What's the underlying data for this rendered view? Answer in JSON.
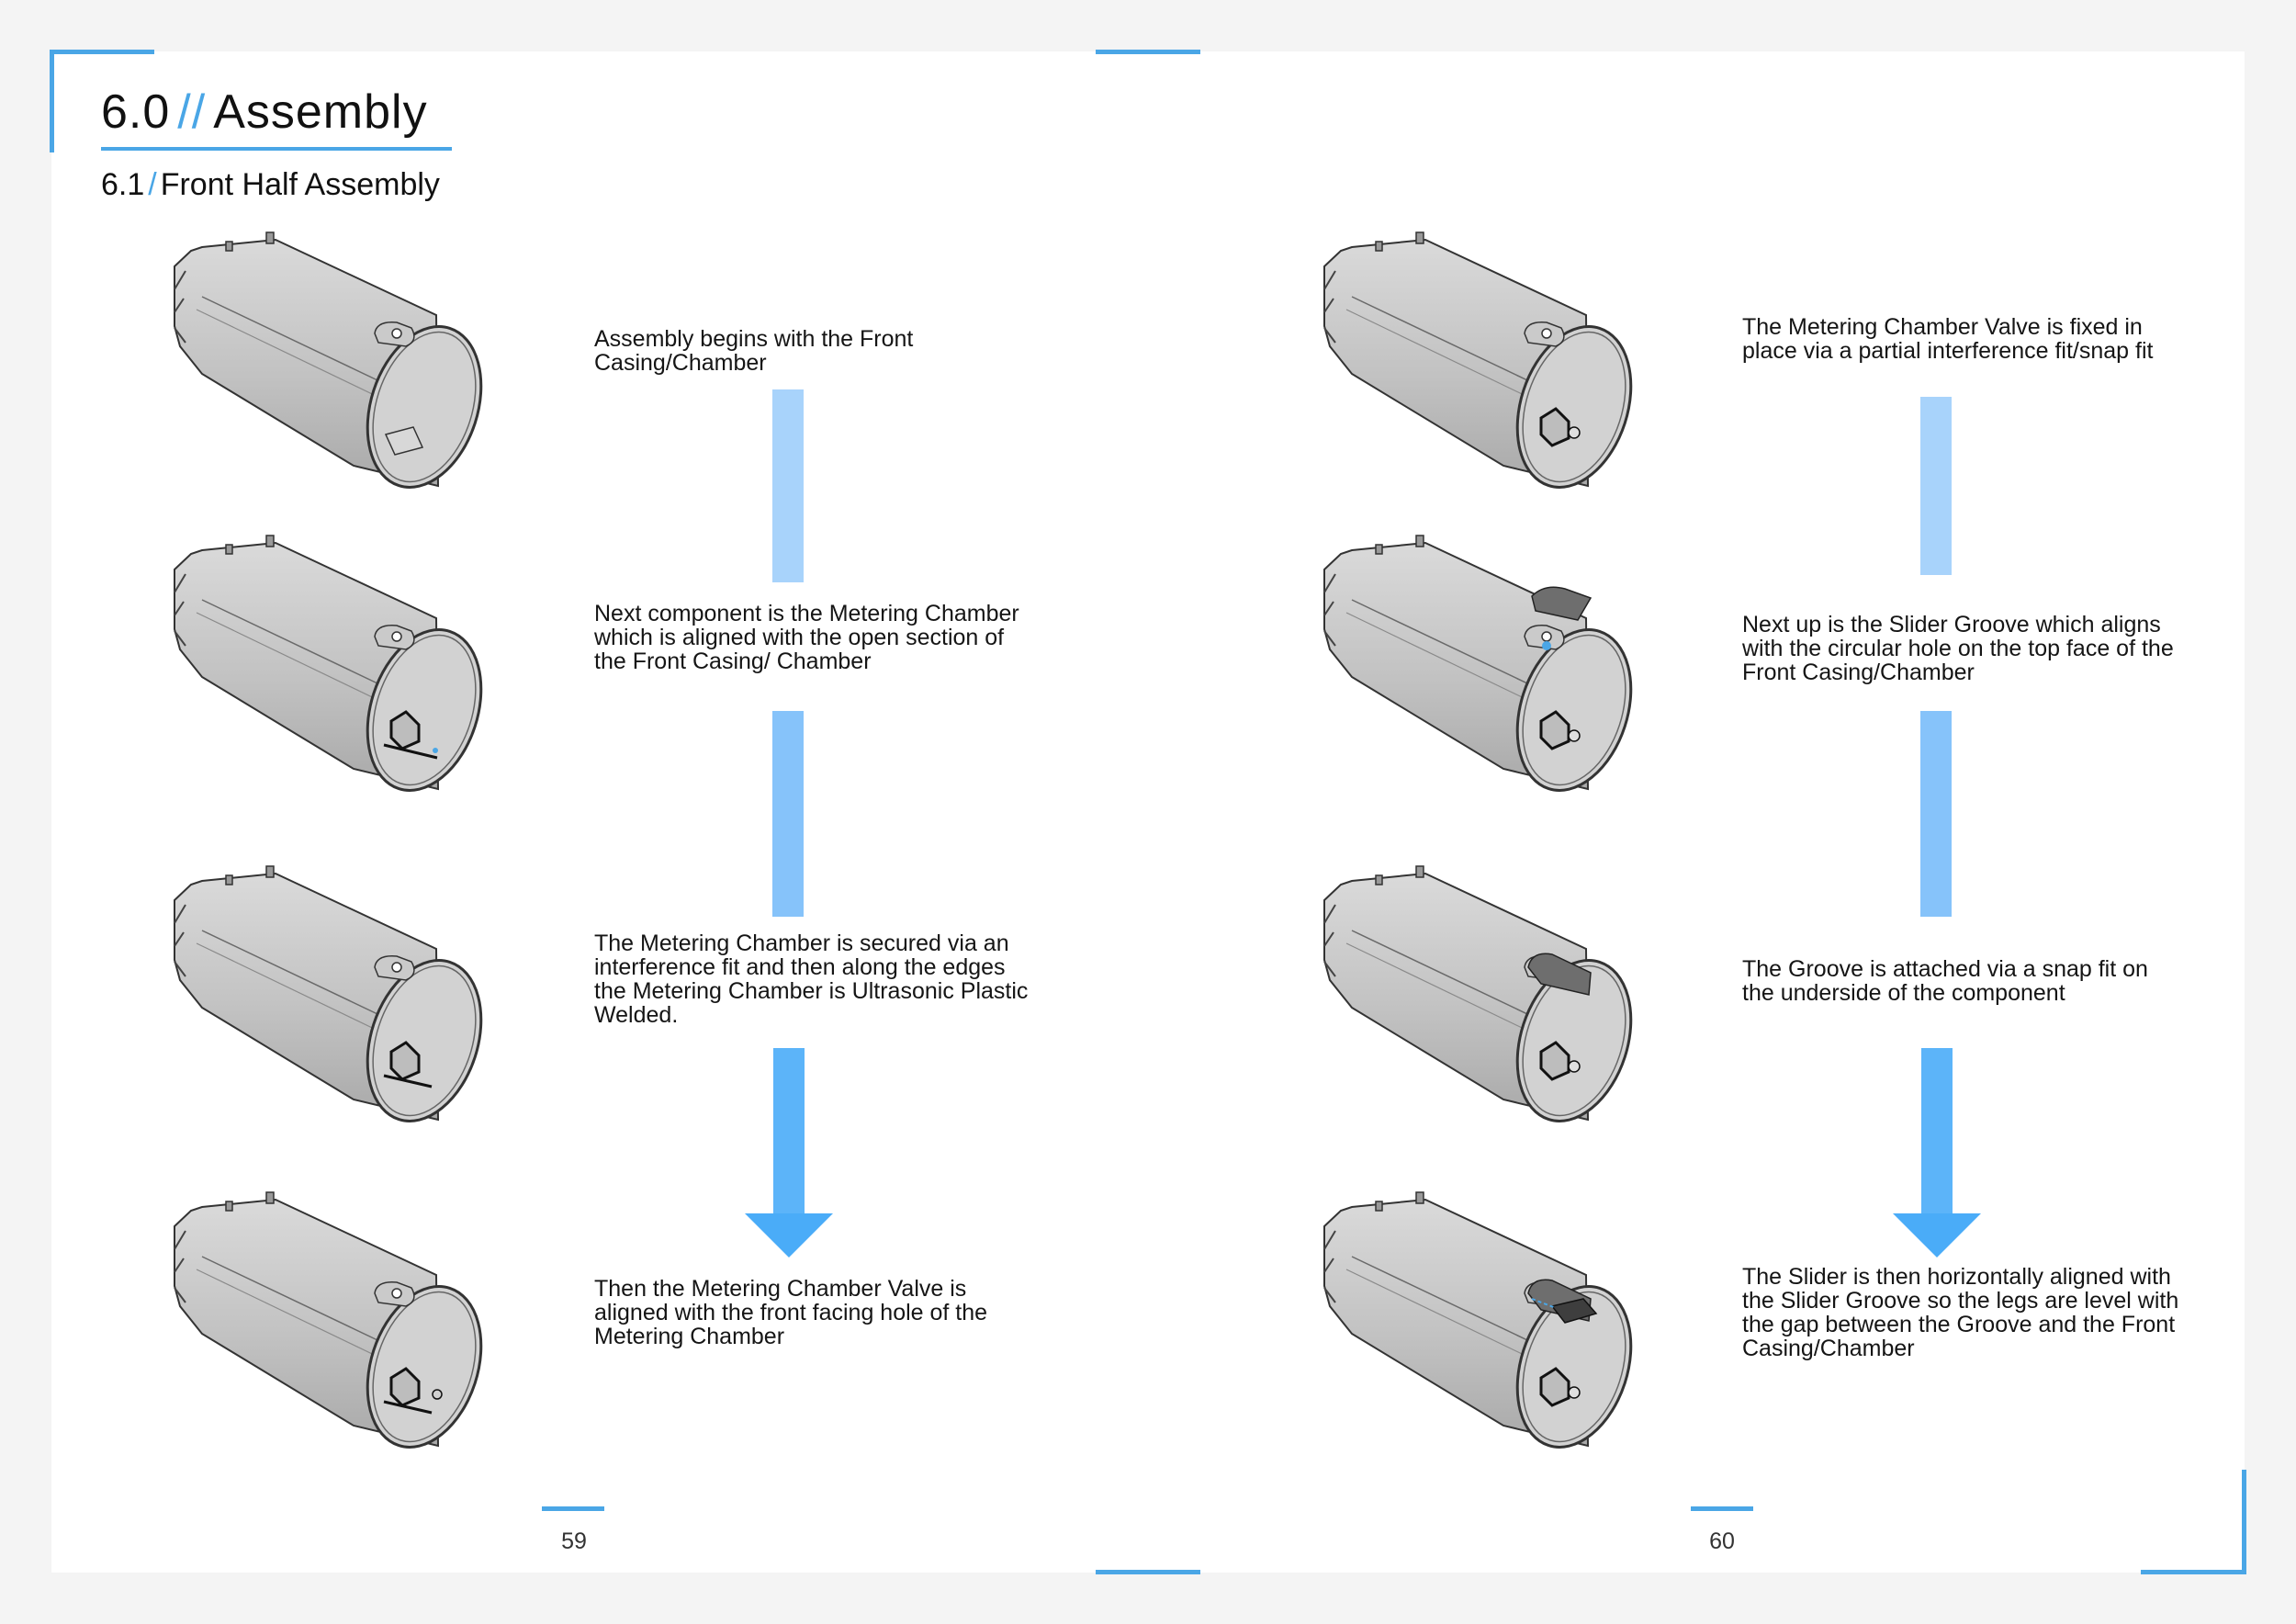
{
  "heading": {
    "number": "6.0",
    "separator": "//",
    "title": "Assembly"
  },
  "subheading": {
    "number": "6.1",
    "separator": "/",
    "title": "Front Half Assembly"
  },
  "left_page": {
    "steps": [
      "Assembly begins with the Front Casing/Chamber",
      "Next component is the Metering Chamber which is aligned with the open section of the Front Casing/ Chamber",
      "The Metering Chamber is secured via an interference fit and then along the edges the Metering Chamber is Ultrasonic Plastic Welded.",
      "Then the Metering Chamber Valve is aligned with the front facing hole of the Metering Chamber"
    ],
    "page_number": "59"
  },
  "right_page": {
    "steps": [
      "The Metering Chamber Valve is fixed in place via a partial interference fit/snap fit",
      "Next up is the Slider Groove which aligns with the circular hole on the top face of the Front Casing/Chamber",
      "The Groove is attached via a snap fit on the underside of the component",
      "The Slider is then horizontally aligned with the Slider Groove so the legs are level with the gap between the Groove and the Front Casing/Chamber"
    ],
    "page_number": "60"
  },
  "colors": {
    "accent": "#4aa6e6",
    "arrow_light": "#a8d3fb",
    "arrow_dark": "#4aacf8",
    "casing": "#c4c4c4"
  }
}
